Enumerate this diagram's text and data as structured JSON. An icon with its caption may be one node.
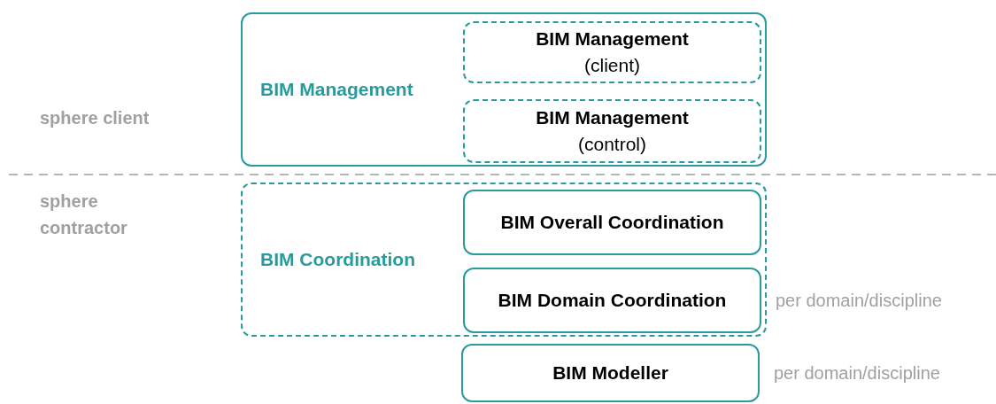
{
  "diagram": {
    "nodes": [
      {
        "text": [
          "BIM Management"
        ]
      },
      {
        "text": [
          "BIM Management",
          "(client)"
        ],
        "in": 0
      },
      {
        "text": [
          "BIM Management",
          "(control)"
        ],
        "in": 0
      },
      {
        "text": [
          "BIM Coordination"
        ]
      },
      {
        "text": [
          "BIM Overall Coordination"
        ],
        "in": 3
      },
      {
        "text": [
          "BIM Domain Coordination"
        ],
        "in": 3,
        "beside": [
          "per domain/discipline"
        ]
      },
      {
        "text": [
          "BIM Modeller"
        ],
        "beside": [
          "per domain/discipline"
        ]
      }
    ],
    "edges": [],
    "labels": [
      "sphere client",
      "sphere contractor"
    ]
  }
}
